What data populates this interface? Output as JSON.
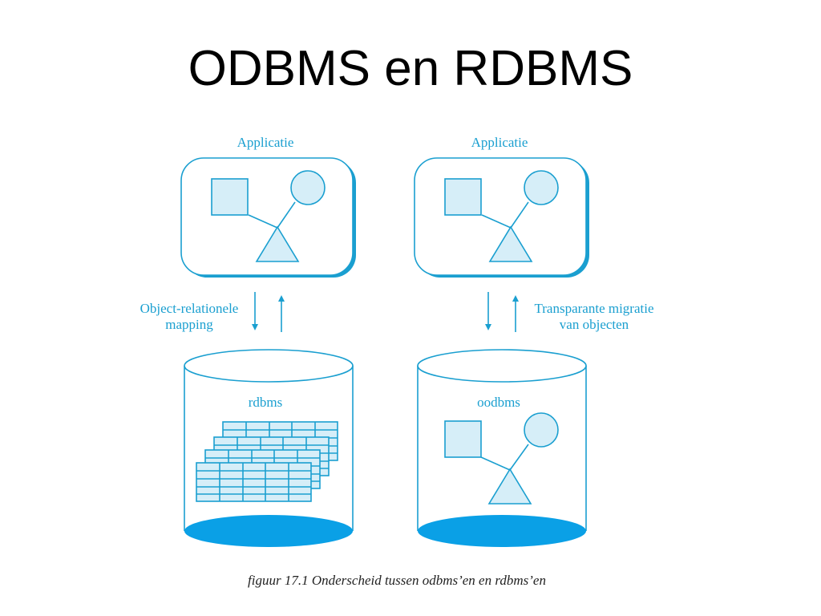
{
  "title": "ODBMS en RDBMS",
  "colors": {
    "accent": "#1a9fd0",
    "fill": "#d6eef8",
    "base": "#0aa0e6"
  },
  "left": {
    "app_label": "Applicatie",
    "mapping_label_line1": "Object-relationele",
    "mapping_label_line2": "mapping",
    "db_label": "rdbms"
  },
  "right": {
    "app_label": "Applicatie",
    "migration_label_line1": "Transparante migratie",
    "migration_label_line2": "van objecten",
    "db_label": "oodbms"
  },
  "caption": "figuur 17.1 Onderscheid tussen odbms’en en rdbms’en"
}
